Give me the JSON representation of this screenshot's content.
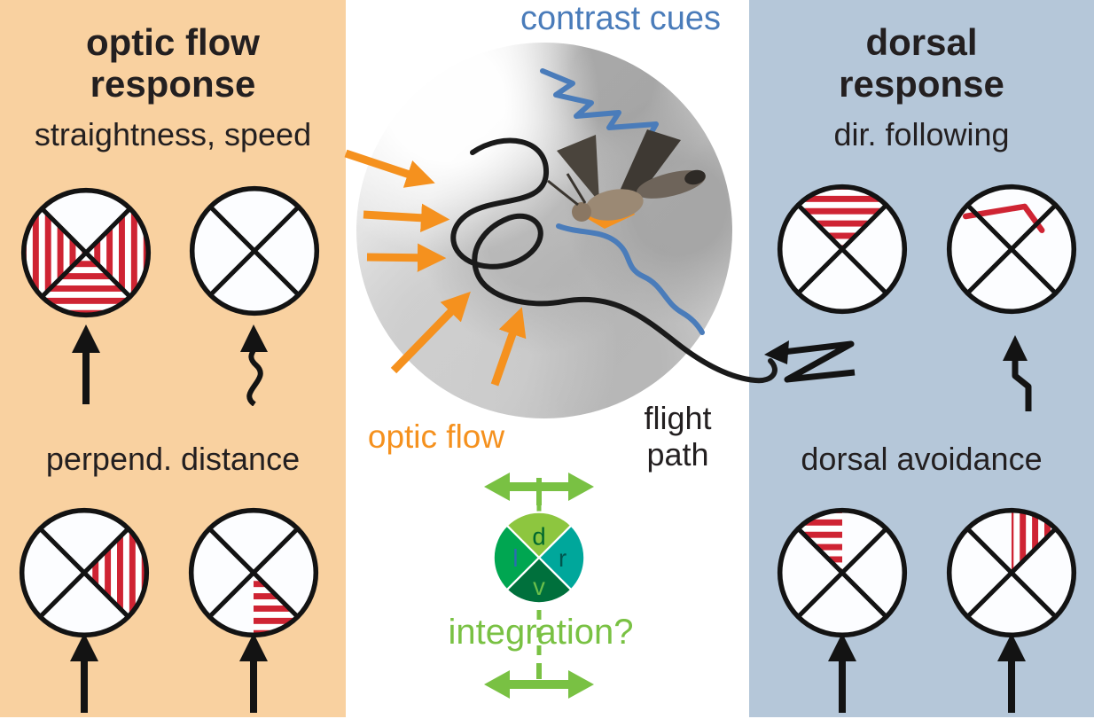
{
  "colors": {
    "left_panel_bg": "#f9d1a0",
    "right_panel_bg": "#b5c7d9",
    "stripe_red": "#cf2433",
    "optic_flow_orange": "#f5911e",
    "contrast_blue": "#4a7cba",
    "integration_green": "#79c143",
    "text_dark": "#231f20"
  },
  "left_panel": {
    "title_line1": "optic flow",
    "title_line2": "response",
    "straightness_section": {
      "label": "straightness, speed",
      "circles": [
        {
          "name": "stimulus-lateral-both-and-ventral",
          "filled_quadrants": [
            {
              "quadrant": "left",
              "pattern": "vertical"
            },
            {
              "quadrant": "right",
              "pattern": "vertical"
            },
            {
              "quadrant": "bottom",
              "pattern": "horizontal"
            }
          ]
        },
        {
          "name": "stimulus-none",
          "filled_quadrants": []
        }
      ],
      "arrows": [
        "straight-up",
        "wavy-up"
      ]
    },
    "distance_section": {
      "label": "perpend. distance",
      "circles": [
        {
          "name": "stimulus-lateral-right",
          "filled_quadrants": [
            {
              "quadrant": "right",
              "pattern": "vertical"
            }
          ]
        },
        {
          "name": "stimulus-ventral-right-half",
          "filled_quadrants": [
            {
              "quadrant": "bottom-right",
              "pattern": "horizontal"
            }
          ]
        }
      ],
      "arrows": [
        "straight-up",
        "straight-up"
      ]
    }
  },
  "center": {
    "contrast_cues_label": "contrast cues",
    "optic_flow_label": "optic flow",
    "flight_path_line1": "flight",
    "flight_path_line2": "path",
    "integration_label": "integration?",
    "integration_glyph": {
      "quadrant_labels": {
        "top": "d",
        "right": "r",
        "bottom": "v",
        "left": "l"
      },
      "quadrant_colors": {
        "top": "#8dc63f",
        "right": "#00a79b",
        "bottom": "#00703c",
        "left": "#00a651"
      },
      "label_colors": {
        "top": "#00682e",
        "right": "#00564e",
        "bottom": "#6abf4b",
        "left": "#2a6cb3"
      }
    }
  },
  "right_panel": {
    "title_line1": "dorsal",
    "title_line2": "response",
    "following_section": {
      "label": "dir. following",
      "circles": [
        {
          "name": "stimulus-dorsal-full",
          "filled_quadrants": [
            {
              "quadrant": "top",
              "pattern": "horizontal"
            }
          ]
        },
        {
          "name": "stimulus-dorsal-zigzag",
          "filled_quadrants": [],
          "zigzag_line": true
        }
      ],
      "arrows": [
        "zigzag-left",
        "bent-up"
      ]
    },
    "avoidance_section": {
      "label": "dorsal avoidance",
      "circles": [
        {
          "name": "stimulus-dorsal-left-half",
          "filled_quadrants": [
            {
              "quadrant": "top-left",
              "pattern": "horizontal"
            }
          ]
        },
        {
          "name": "stimulus-dorsal-right-half",
          "filled_quadrants": [
            {
              "quadrant": "top-right",
              "pattern": "vertical"
            }
          ]
        }
      ],
      "arrows": [
        "straight-up",
        "straight-up"
      ]
    }
  }
}
